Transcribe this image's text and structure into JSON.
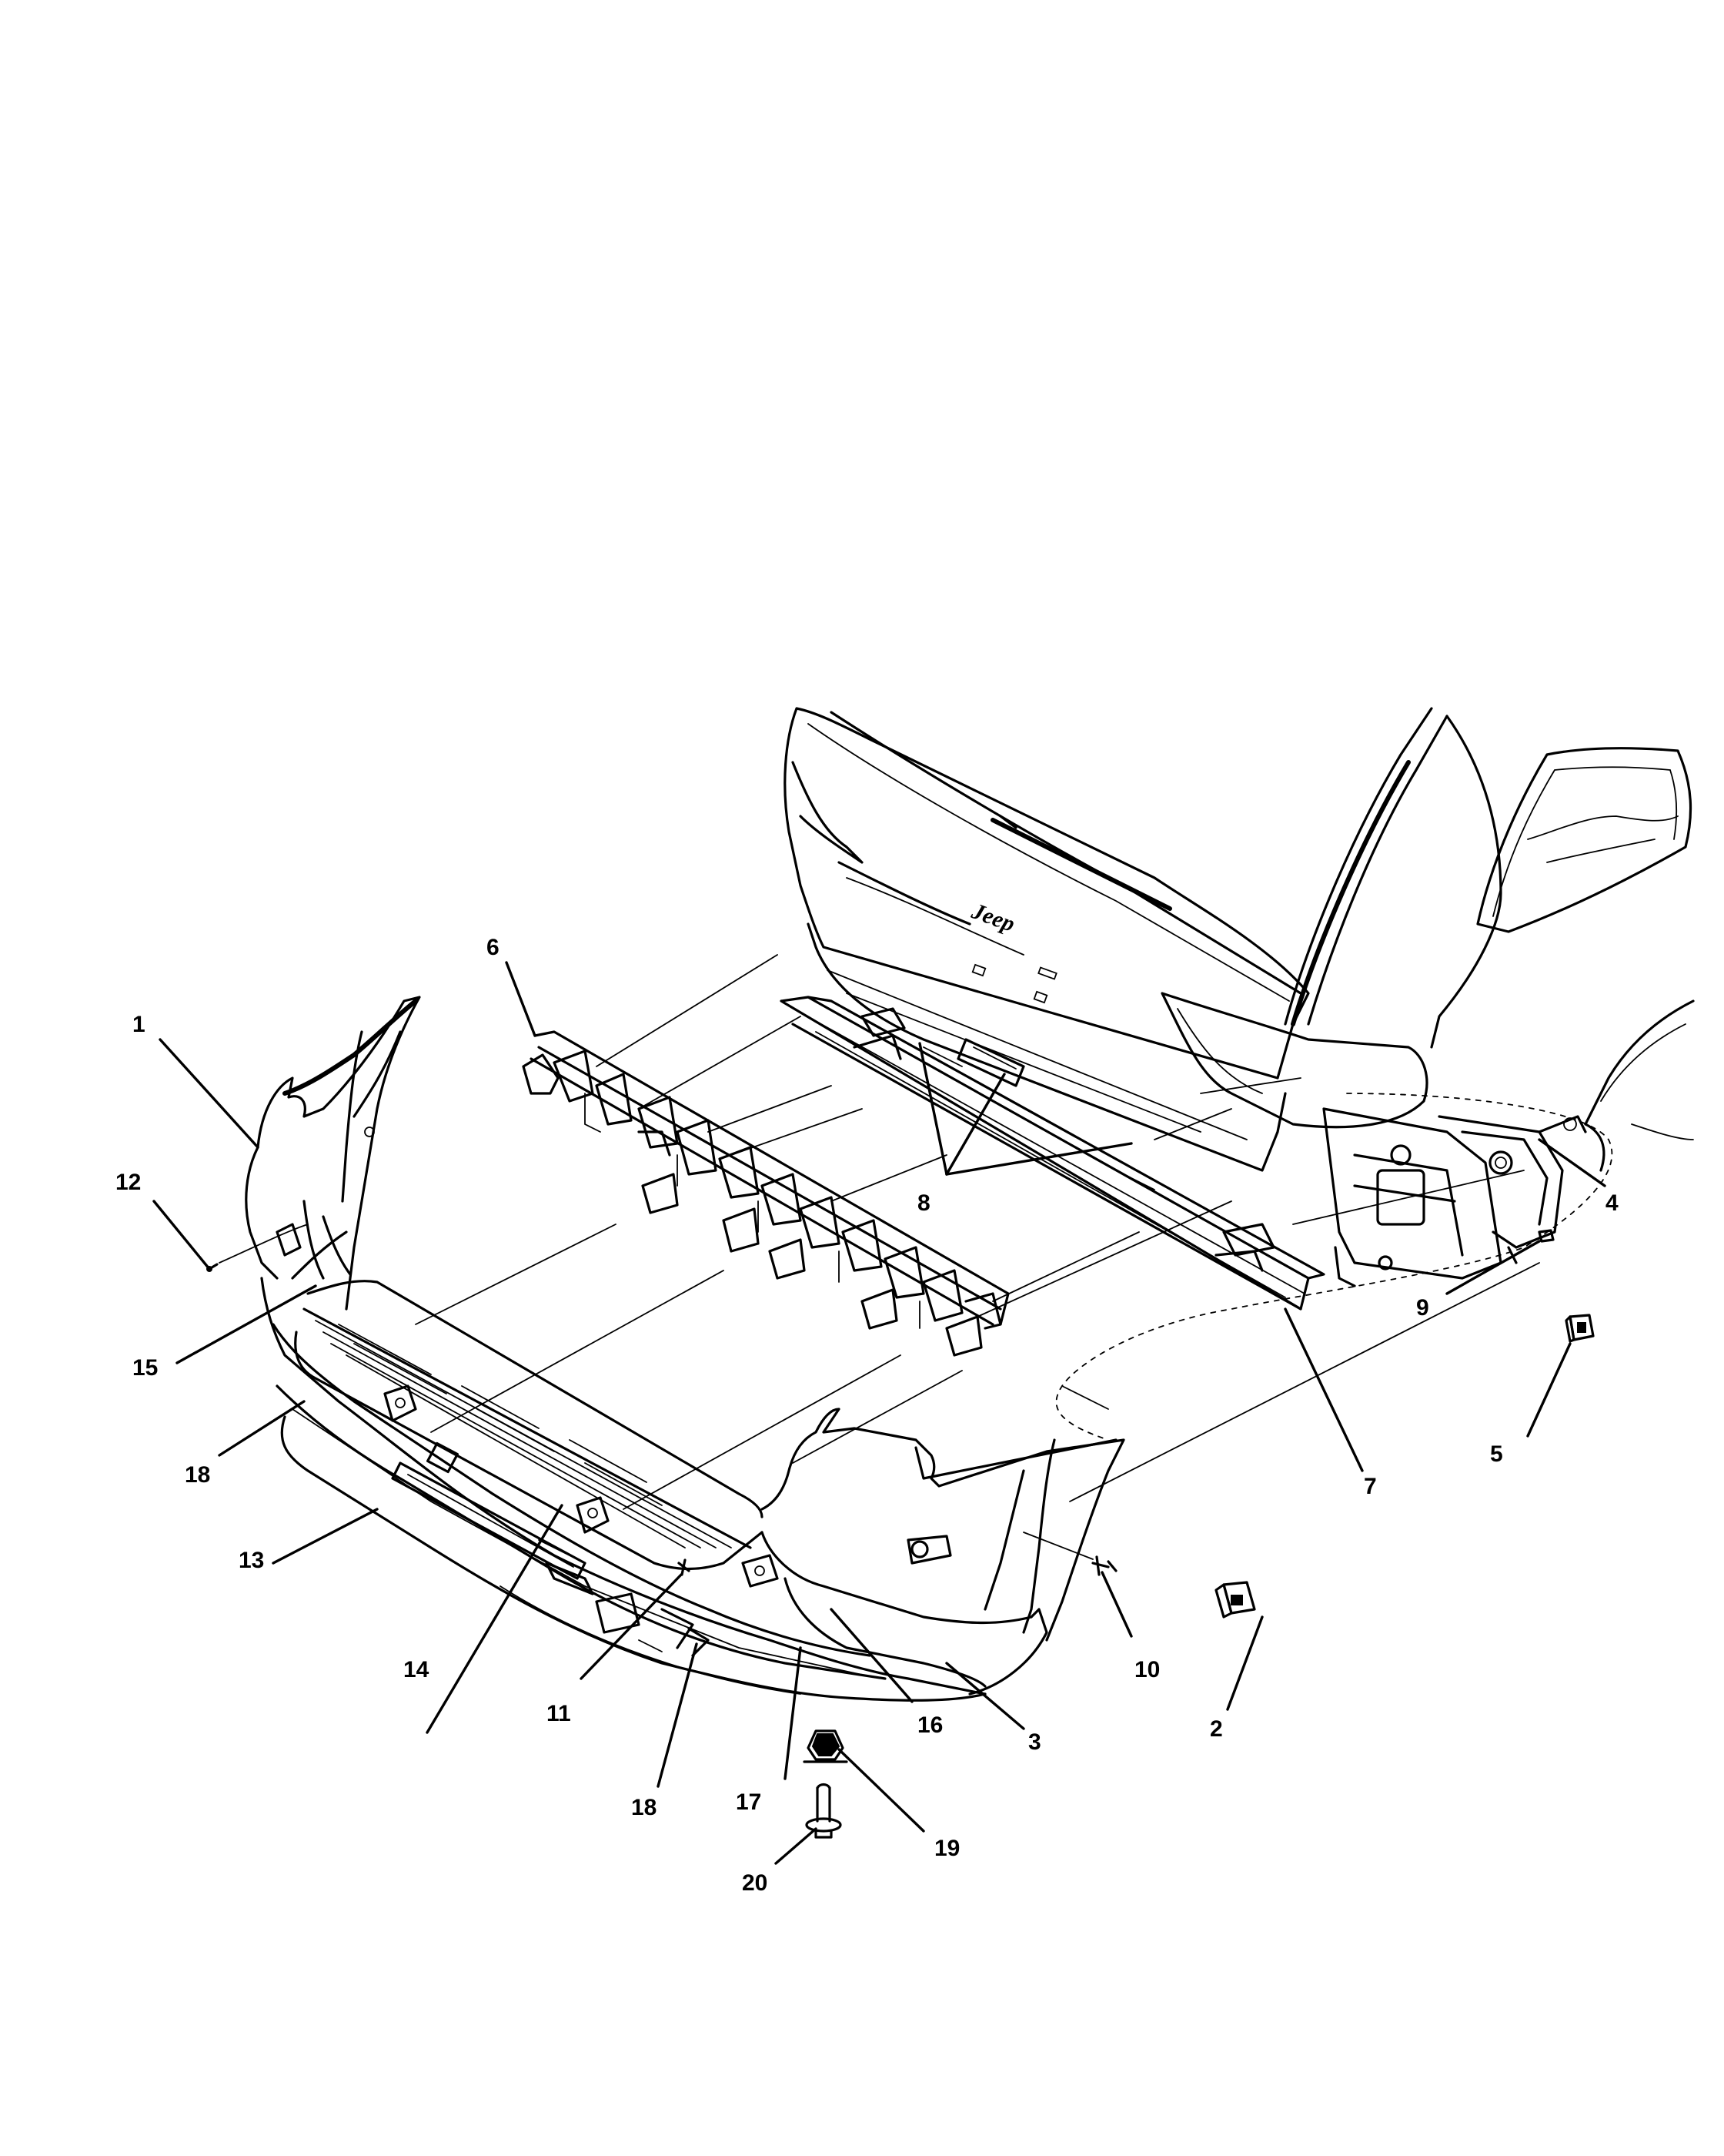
{
  "diagram": {
    "logo_text": "Jeep",
    "callouts": [
      "1",
      "2",
      "3",
      "4",
      "5",
      "6",
      "7",
      "8",
      "9",
      "10",
      "11",
      "12",
      "13",
      "14",
      "15",
      "16",
      "17",
      "18",
      "18",
      "19",
      "20"
    ]
  }
}
